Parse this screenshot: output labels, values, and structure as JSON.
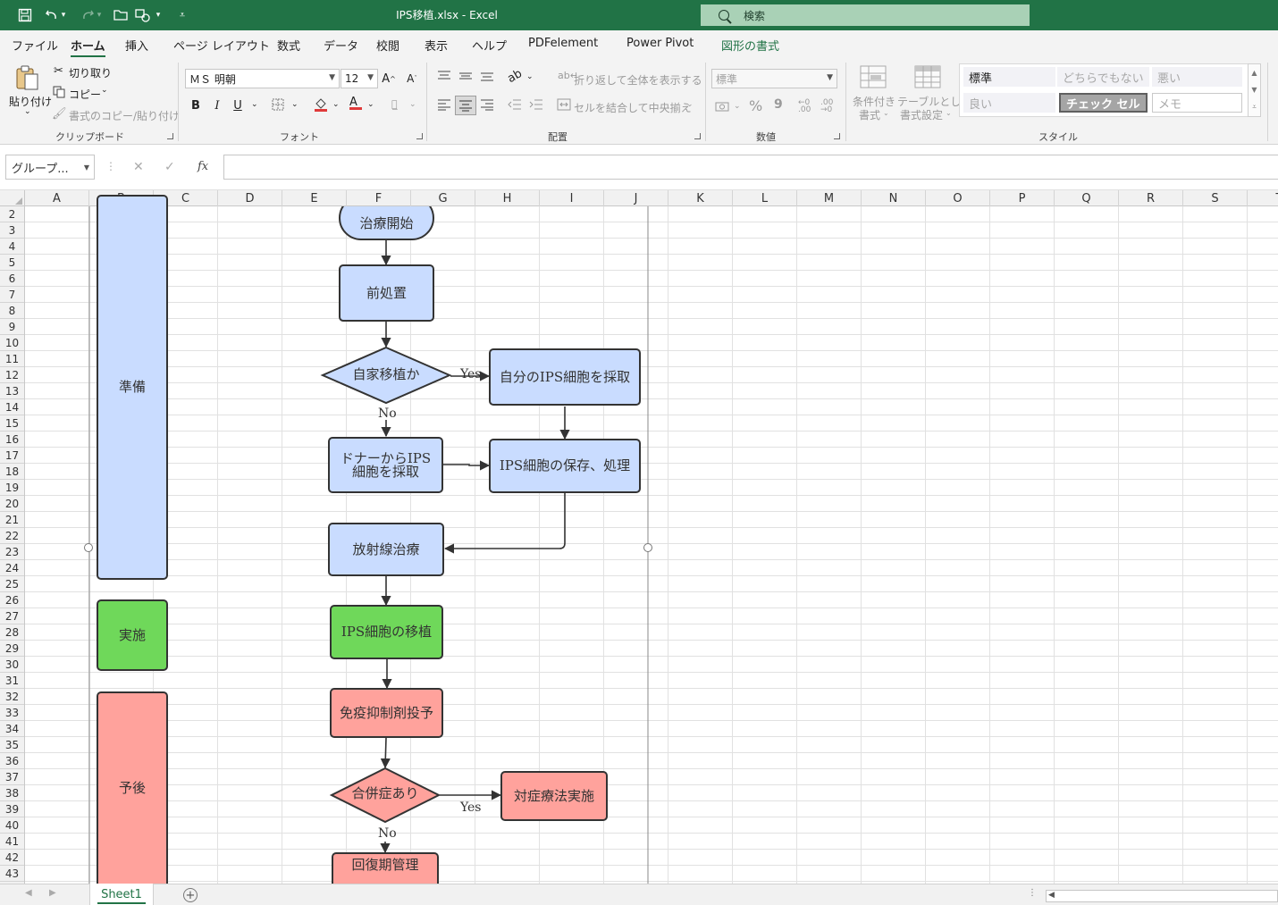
{
  "window": {
    "title": "IPS移植.xlsx  -  Excel",
    "search_placeholder": "検索"
  },
  "menu": {
    "tabs": [
      {
        "label": "ファイル"
      },
      {
        "label": "ホーム"
      },
      {
        "label": "挿入"
      },
      {
        "label": "ページ レイアウト"
      },
      {
        "label": "数式"
      },
      {
        "label": "データ"
      },
      {
        "label": "校閲"
      },
      {
        "label": "表示"
      },
      {
        "label": "ヘルプ"
      },
      {
        "label": "PDFelement"
      },
      {
        "label": "Power Pivot"
      },
      {
        "label": "図形の書式"
      }
    ]
  },
  "ribbon": {
    "clipboard": {
      "paste": "貼り付け",
      "cut": "切り取り",
      "copy": "コピー",
      "format_painter": "書式のコピー/貼り付け",
      "group": "クリップボード"
    },
    "font": {
      "name": "ＭＳ 明朝",
      "size": "12",
      "group": "フォント",
      "bold": "B",
      "italic": "I",
      "underline": "U"
    },
    "alignment": {
      "wrap": "折り返して全体を表示する",
      "merge": "セルを結合して中央揃え",
      "group": "配置"
    },
    "number": {
      "format": "標準",
      "percent": "%",
      "comma": "9",
      "group": "数値"
    },
    "styles": {
      "conditional_line1": "条件付き",
      "conditional_line2": "書式",
      "table_line1": "テーブルとして",
      "table_line2": "書式設定",
      "cells": [
        {
          "label": "標準",
          "bg": "#ffffff",
          "fg": "#333333"
        },
        {
          "label": "どちらでもない",
          "bg": "#ffffff",
          "fg": "#b0b0b0"
        },
        {
          "label": "悪い",
          "bg": "#ffffff",
          "fg": "#b0b0b0"
        },
        {
          "label": "良い",
          "bg": "#ffffff",
          "fg": "#b0b0b0"
        },
        {
          "label": "チェック セル",
          "bg": "#a5a5a5",
          "fg": "#ffffff"
        },
        {
          "label": "メモ",
          "bg": "#ffffff",
          "fg": "#b0b0b0"
        }
      ],
      "group": "スタイル"
    }
  },
  "formula_bar": {
    "name_box": "グループ...",
    "fx": "fx",
    "cancel": "✕",
    "enter": "✓",
    "value": ""
  },
  "columns": [
    "A",
    "B",
    "C",
    "D",
    "E",
    "F",
    "G",
    "H",
    "I",
    "J",
    "K",
    "L",
    "M",
    "N",
    "O",
    "P",
    "Q",
    "R",
    "S",
    "T"
  ],
  "rows": [
    "2",
    "3",
    "4",
    "5",
    "6",
    "7",
    "8",
    "9",
    "10",
    "11",
    "12",
    "13",
    "14",
    "15",
    "16",
    "17",
    "18",
    "19",
    "20",
    "21",
    "22",
    "23",
    "24",
    "25",
    "26",
    "27",
    "28",
    "29",
    "30",
    "31",
    "32",
    "33",
    "34",
    "35",
    "36",
    "37",
    "38",
    "39",
    "40",
    "41",
    "42",
    "43"
  ],
  "flowchart": {
    "phases": {
      "prep": "準備",
      "exec": "実施",
      "post": "予後"
    },
    "nodes": {
      "start": "治療開始",
      "pretreat": "前処置",
      "autologous_q": "自家移植か",
      "own_cells": "自分のIPS細胞を採取",
      "donor_line1": "ドナーからIPS",
      "donor_line2": "細胞を採取",
      "storage": "IPS細胞の保存、処理",
      "radiation": "放射線治療",
      "transplant": "IPS細胞の移植",
      "immuno": "免疫抑制剤投予",
      "complication_q": "合併症あり",
      "symptomatic": "対症療法実施",
      "recovery": "回復期管理"
    },
    "labels": {
      "yes1": "Yes",
      "no1": "No",
      "yes2": "Yes",
      "no2": "No"
    },
    "colors": {
      "prep": "#c9dcff",
      "exec": "#6fd85a",
      "post": "#ffa29c"
    }
  },
  "sheets": {
    "active": "Sheet1",
    "add": "+"
  }
}
